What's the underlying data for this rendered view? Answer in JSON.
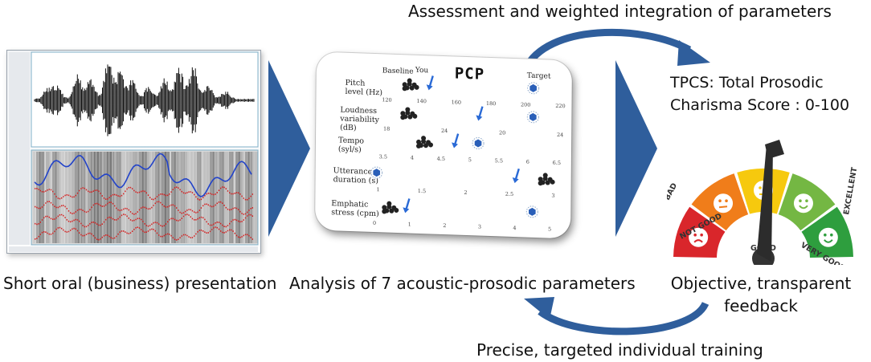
{
  "captions": {
    "top": "Assessment and weighted integration of parameters",
    "bottom": "Precise, targeted individual training",
    "left": "Short oral (business) presentation",
    "middle": "Analysis of 7 acoustic-prosodic parameters",
    "right_line1": "Objective, transparent",
    "right_line2": "feedback",
    "score_line1": "TPCS: Total Prosodic",
    "score_line2": "Charisma Score : 0-100"
  },
  "pcp_card": {
    "title": "PCP",
    "header_baseline": "Baseline",
    "header_you": "You",
    "header_target": "Target",
    "rows": [
      {
        "label_1": "Pitch",
        "label_2": "level (Hz)",
        "label_3": "",
        "ticks": [
          "120",
          "140",
          "160",
          "180",
          "200",
          "220"
        ]
      },
      {
        "label_1": "Loudness",
        "label_2": "variability",
        "label_3": "(dB)",
        "ticks": [
          "18",
          "24",
          "20",
          "24"
        ]
      },
      {
        "label_1": "Tempo",
        "label_2": "(syl/s)",
        "label_3": "",
        "ticks": [
          "3.5",
          "4",
          "4.5",
          "5",
          "5.5",
          "6",
          "6.5"
        ]
      },
      {
        "label_1": "Utterance",
        "label_2": "duration (s)",
        "label_3": "",
        "ticks": [
          "1",
          "1.5",
          "2",
          "2.5",
          "3"
        ]
      },
      {
        "label_1": "Emphatic",
        "label_2": "stress (cpm)",
        "label_3": "",
        "ticks": [
          "0",
          "1",
          "2",
          "3",
          "4",
          "5"
        ]
      }
    ]
  },
  "gauge": {
    "labels": [
      "BAD",
      "NOT GOOD",
      "GOOD",
      "VERY GOOD",
      "EXCELLENT"
    ],
    "colors": [
      "#d9262b",
      "#f07d1a",
      "#f6c90e",
      "#74b743",
      "#2e9e3e"
    ]
  },
  "colors": {
    "arrow_blue": "#2f5e9c",
    "curve_blue": "#2f5e9c",
    "scale_red": "#d71e1e",
    "scale_green": "#3fcf3f",
    "marker_blue": "#2a6ad6"
  }
}
